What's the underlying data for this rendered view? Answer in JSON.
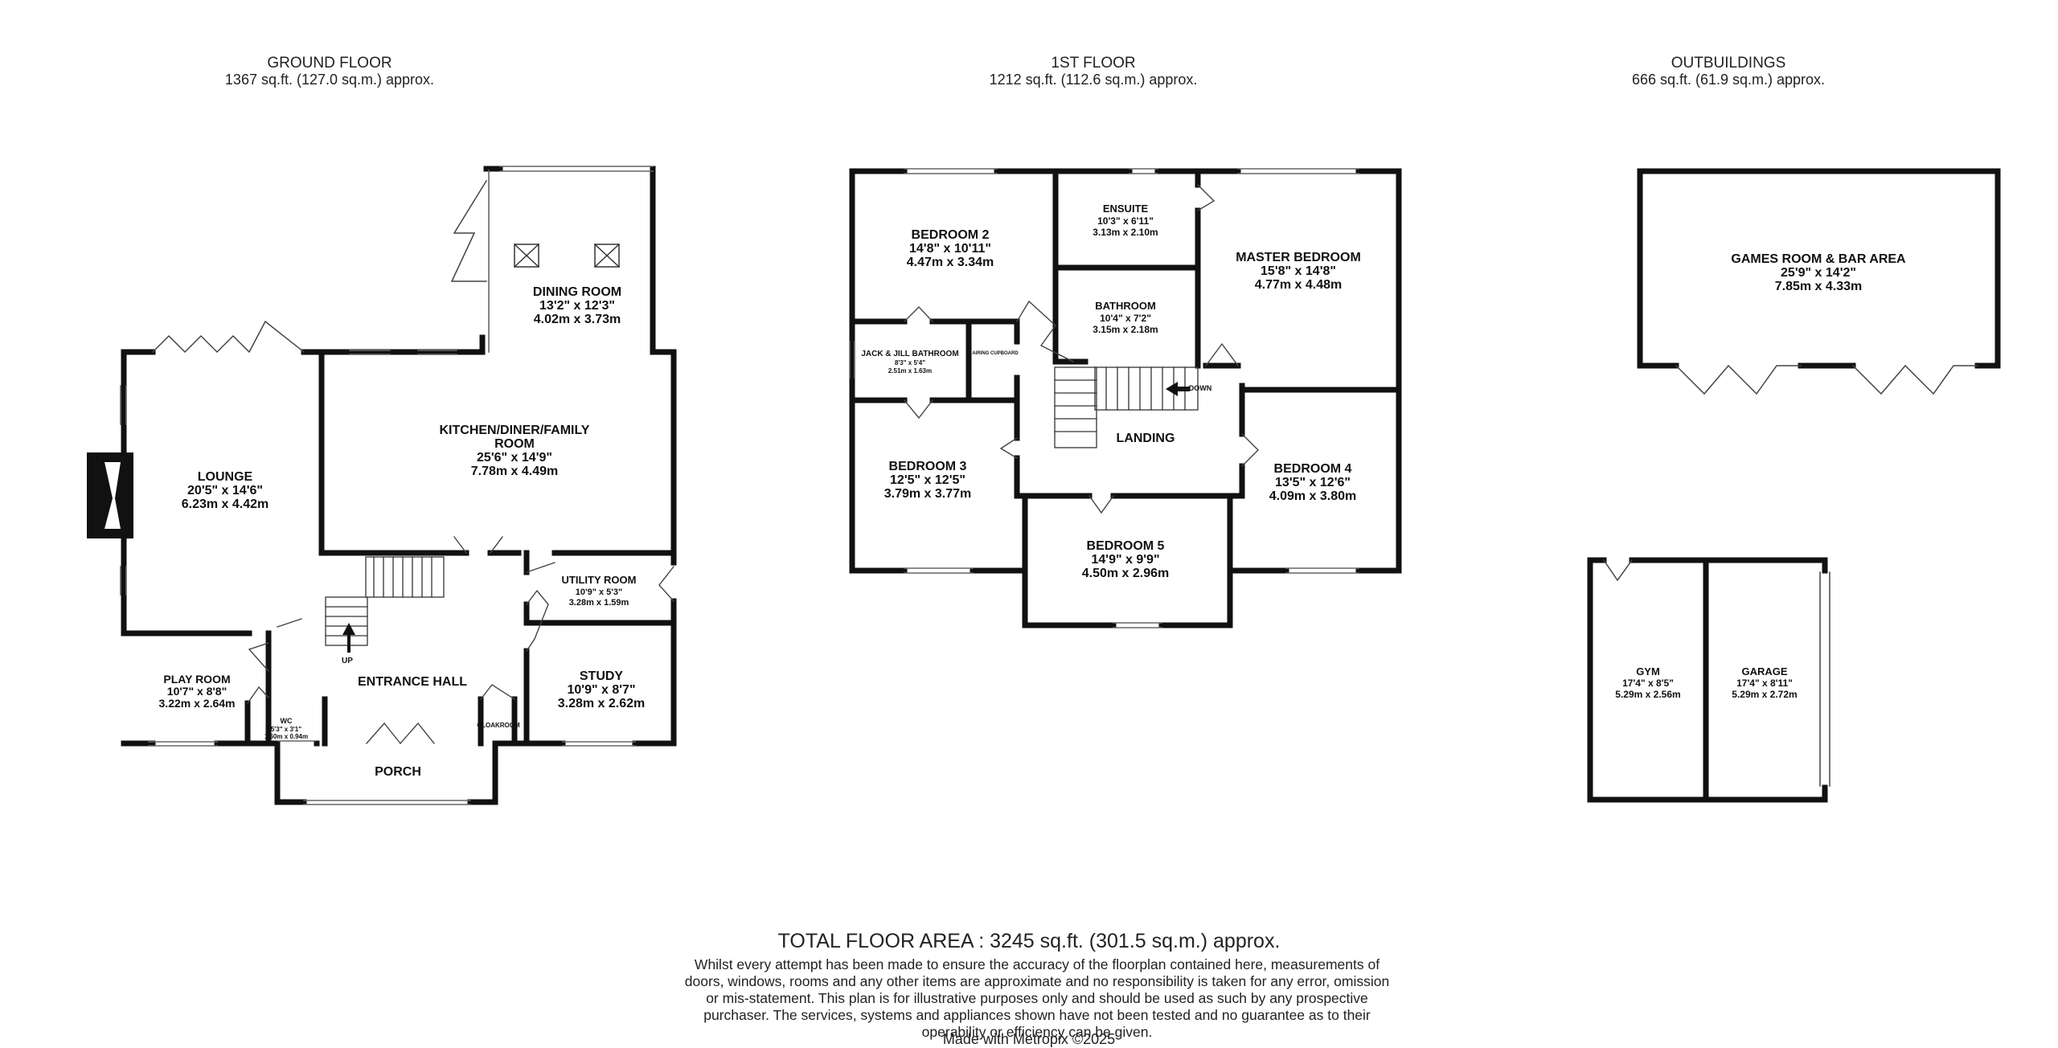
{
  "headers": {
    "ground": {
      "title": "GROUND FLOOR",
      "area": "1367 sq.ft. (127.0 sq.m.) approx."
    },
    "first": {
      "title": "1ST FLOOR",
      "area": "1212 sq.ft. (112.6 sq.m.) approx."
    },
    "out": {
      "title": "OUTBUILDINGS",
      "area": "666 sq.ft. (61.9 sq.m.) approx."
    }
  },
  "rooms": {
    "dining": {
      "name": "DINING ROOM",
      "imp": "13'2\"  x 12'3\"",
      "met": "4.02m  x 3.73m"
    },
    "kitchen": {
      "name1": "KITCHEN/DINER/FAMILY",
      "name2": "ROOM",
      "imp": "25'6\"  x 14'9\"",
      "met": "7.78m  x 4.49m"
    },
    "lounge": {
      "name": "LOUNGE",
      "imp": "20'5\"  x 14'6\"",
      "met": "6.23m  x 4.42m"
    },
    "utility": {
      "name": "UTILITY ROOM",
      "imp": "10'9\"  x 5'3\"",
      "met": "3.28m  x 1.59m"
    },
    "play": {
      "name": "PLAY ROOM",
      "imp": "10'7\"  x 8'8\"",
      "met": "3.22m  x 2.64m"
    },
    "hall": {
      "name": "ENTRANCE HALL"
    },
    "study": {
      "name": "STUDY",
      "imp": "10'9\"  x 8'7\"",
      "met": "3.28m  x 2.62m"
    },
    "wc": {
      "name": "WC",
      "imp": "5'3\"  x 3'1\"",
      "met": "1.60m  x 0.94m"
    },
    "cloak": {
      "name": "CLOAKROOM"
    },
    "porch": {
      "name": "PORCH"
    },
    "bed2": {
      "name": "BEDROOM 2",
      "imp": "14'8\"  x 10'11\"",
      "met": "4.47m  x 3.34m"
    },
    "ensuite": {
      "name": "ENSUITE",
      "imp": "10'3\"  x 6'11\"",
      "met": "3.13m  x 2.10m"
    },
    "master": {
      "name": "MASTER BEDROOM",
      "imp": "15'8\"  x 14'8\"",
      "met": "4.77m  x 4.48m"
    },
    "bath": {
      "name": "BATHROOM",
      "imp": "10'4\"  x 7'2\"",
      "met": "3.15m  x 2.18m"
    },
    "jj": {
      "name": "JACK & JILL BATHROOM",
      "imp": "8'3\"  x 5'4\"",
      "met": "2.51m  x 1.63m"
    },
    "airing": {
      "name": "AIRING CUPBOARD"
    },
    "landing": {
      "name": "LANDING"
    },
    "bed3": {
      "name": "BEDROOM 3",
      "imp": "12'5\"  x 12'5\"",
      "met": "3.79m  x 3.77m"
    },
    "bed4": {
      "name": "BEDROOM 4",
      "imp": "13'5\"  x 12'6\"",
      "met": "4.09m  x 3.80m"
    },
    "bed5": {
      "name": "BEDROOM 5",
      "imp": "14'9\"  x 9'9\"",
      "met": "4.50m  x 2.96m"
    },
    "games": {
      "name": "GAMES ROOM & BAR AREA",
      "imp": "25'9\"  x 14'2\"",
      "met": "7.85m  x 4.33m"
    },
    "gym": {
      "name": "GYM",
      "imp": "17'4\"  x 8'5\"",
      "met": "5.29m  x 2.56m"
    },
    "garage": {
      "name": "GARAGE",
      "imp": "17'4\"  x 8'11\"",
      "met": "5.29m  x 2.72m"
    }
  },
  "stairs": {
    "up": "UP",
    "down": "DOWN"
  },
  "footer": {
    "total": "TOTAL FLOOR AREA : 3245 sq.ft. (301.5 sq.m.) approx.",
    "disclaimer": "Whilst every attempt has been made to ensure the accuracy of the floorplan contained here, measurements of doors, windows, rooms and any other items are approximate and no responsibility is taken for any error, omission or mis-statement. This plan is for illustrative purposes only and should be used as such by any prospective purchaser. The services, systems and appliances shown have not been tested and no guarantee as to their operability or efficiency can be given.",
    "made": "Made with Metropix ©2025"
  }
}
